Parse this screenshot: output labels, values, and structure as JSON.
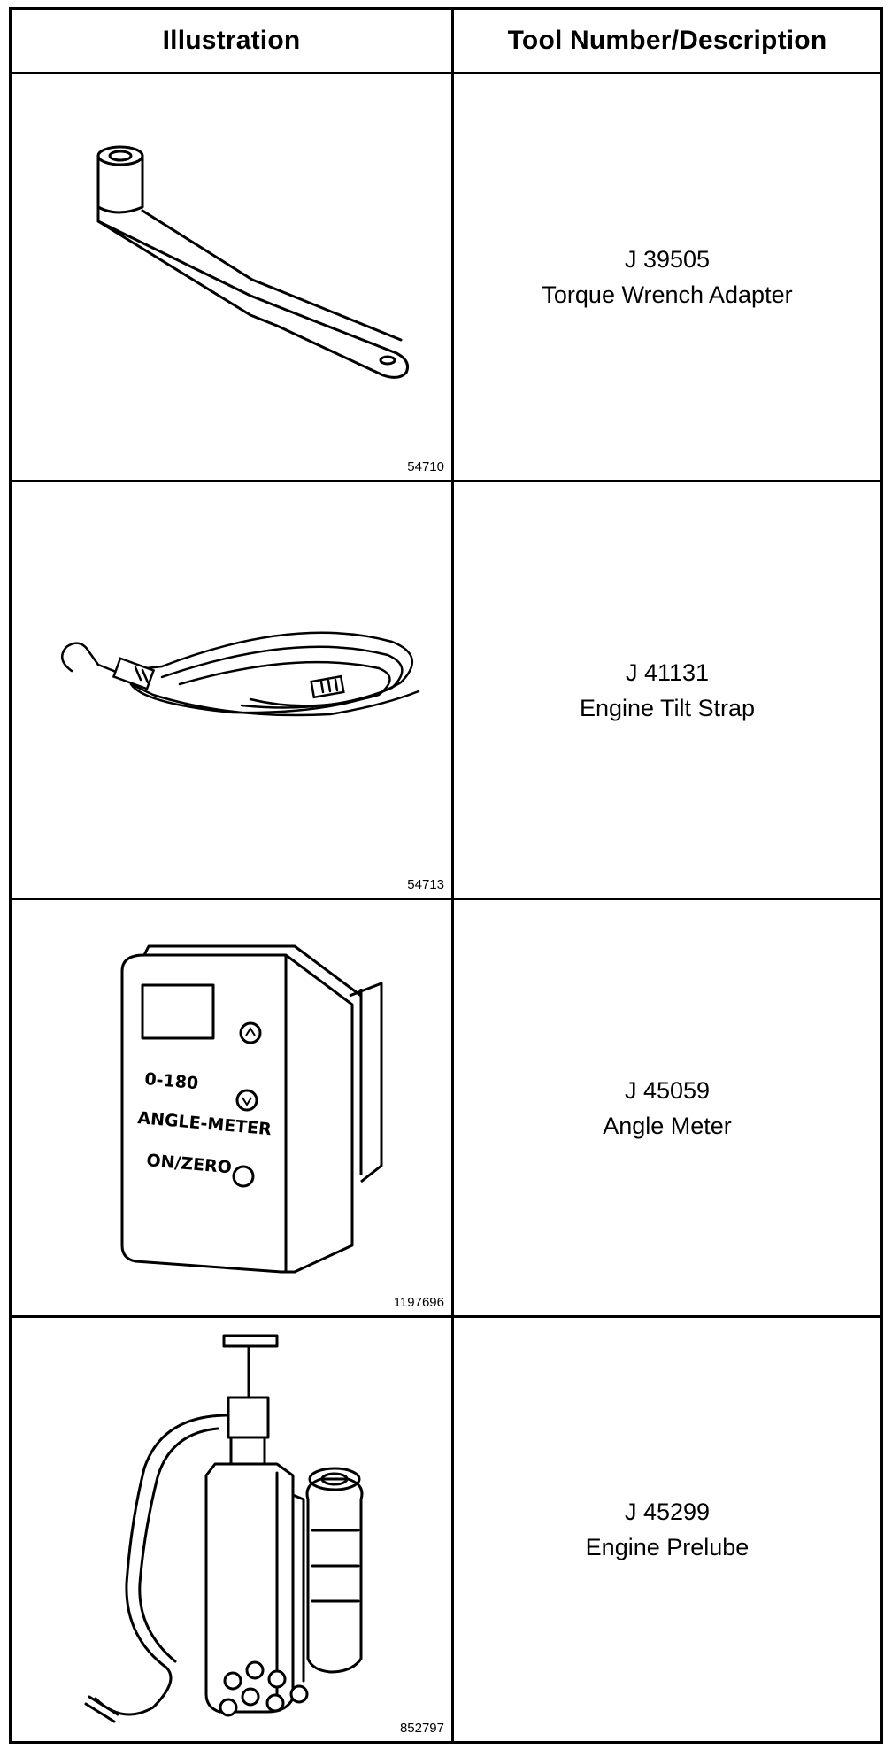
{
  "table": {
    "header": {
      "illustration": "Illustration",
      "description": "Tool Number/Description"
    },
    "rows": [
      {
        "number": "J 39505",
        "name": "Torque Wrench Adapter",
        "figure_code": "54710",
        "icon": "torque-wrench-adapter-illustration"
      },
      {
        "number": "J 41131",
        "name": "Engine Tilt Strap",
        "figure_code": "54713",
        "icon": "engine-tilt-strap-illustration"
      },
      {
        "number": "J 45059",
        "name": "Angle Meter",
        "figure_code": "1197696",
        "icon": "angle-meter-illustration"
      },
      {
        "number": "J 45299",
        "name": "Engine Prelube",
        "figure_code": "852797",
        "icon": "engine-prelube-illustration"
      }
    ],
    "meter_labels": {
      "line1": "0-180",
      "line2": "ANGLE-METER",
      "line3": "ON/ZERO"
    }
  }
}
